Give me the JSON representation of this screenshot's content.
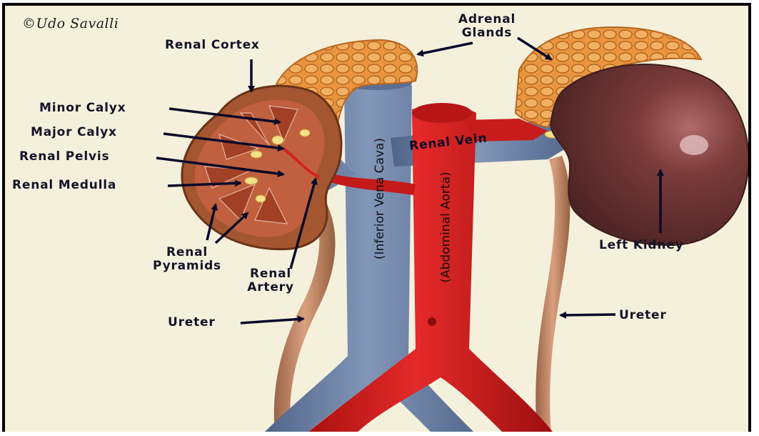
{
  "copyright": "©Udo Savalli",
  "labels": {
    "renal_cortex": "Renal Cortex",
    "adrenal_glands_line1": "Adrenal",
    "adrenal_glands_line2": "Glands",
    "minor_calyx": "Minor Calyx",
    "major_calyx": "Major Calyx",
    "renal_pelvis": "Renal Pelvis",
    "renal_medulla": "Renal Medulla",
    "renal_pyramids_line1": "Renal",
    "renal_pyramids_line2": "Pyramids",
    "renal_artery_line1": "Renal",
    "renal_artery_line2": "Artery",
    "renal_vein": "Renal Vein",
    "left_kidney": "Left Kidney",
    "ureter_left": "Ureter",
    "ureter_right": "Ureter",
    "inferior_vena_cava": "(Inferior Vena Cava)",
    "abdominal_aorta": "(Abdominal Aorta)"
  },
  "colors": {
    "background": "#f5f0dc",
    "vein": "#6f84a8",
    "artery": "#d41f1f",
    "kidney": "#6e3636",
    "adrenal": "#e89a4a",
    "ureter": "#c48a66",
    "label_text": "#141428",
    "arrow": "#0a0a2a"
  }
}
